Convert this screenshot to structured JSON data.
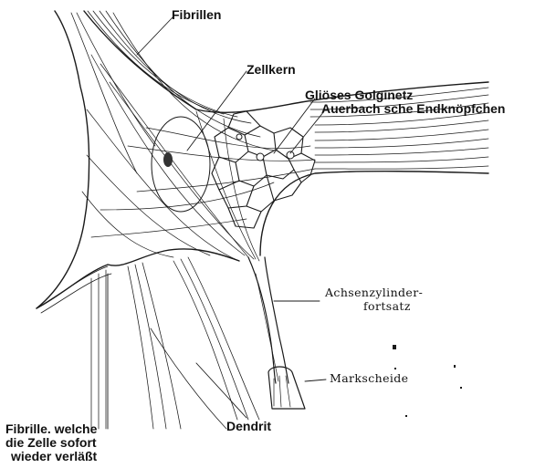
{
  "labels": {
    "fibrillen": "Fibrillen",
    "zellkern": "Zellkern",
    "glioeses_golginetz": "Gliöses Golginetz",
    "auerbach": "Auerbach sche Endknöpfchen",
    "achsenzylinder_1": "Achsenzylinder-",
    "achsenzylinder_2": "fortsatz",
    "markscheide": "Markscheide",
    "dendrit": "Dendrit",
    "fibrille_1": "Fibrille. welche",
    "fibrille_2": "die Zelle sofort",
    "fibrille_3": "wieder verläßt"
  },
  "colors": {
    "ink": "#1a1a1a",
    "background": "#ffffff"
  }
}
